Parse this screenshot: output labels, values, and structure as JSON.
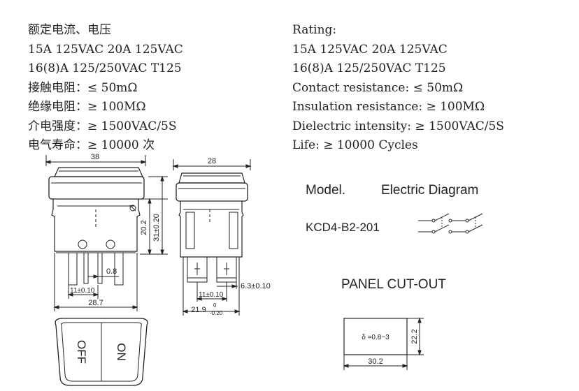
{
  "spec_cn": {
    "lines": [
      "额定电流、电压",
      "15A 125VAC  20A 125VAC",
      "16(8)A 125/250VAC T125",
      "接触电阻：≤ 50mΩ",
      "绝缘电阻：≥ 100MΩ",
      "介电强度：≥ 1500VAC/5S",
      "电气寿命：≥ 10000 次"
    ]
  },
  "spec_en": {
    "lines": [
      "Rating:",
      "15A 125VAC  20A 125VAC",
      "16(8)A 125/250VAC T125",
      "Contact resistance: ≤ 50mΩ",
      "Insulation resistance: ≥ 100MΩ",
      "Dielectric intensity: ≥ 1500VAC/5S",
      "Life: ≥ 10000 Cycles"
    ]
  },
  "front_view": {
    "dim_width": "38",
    "dim_height_a": "20.2",
    "dim_height_b": "31±0.20",
    "dim_pin_gap": "0.8",
    "dim_pin_width": "11±0.10",
    "dim_base_width": "28.7"
  },
  "side_view": {
    "dim_width": "28",
    "dim_pin_offset": "6.3±0.10",
    "dim_pin_width": "11±0.10",
    "dim_base_width": "21.9",
    "dim_tol_upper": "0",
    "dim_tol_lower": "-0.20"
  },
  "rocker": {
    "on_label": "ON",
    "off_label": "OFF"
  },
  "model": {
    "title": "Model.",
    "code": "KCD4-B2-201"
  },
  "electric_diagram": {
    "title": "Electric Diagram"
  },
  "panel_cutout": {
    "title": "PANEL CUT-OUT",
    "thickness_label": "δ =0.8~3",
    "dim_width": "30.2",
    "dim_height": "22.2"
  },
  "colors": {
    "line": "#222222",
    "text": "#222222",
    "background": "#ffffff"
  }
}
